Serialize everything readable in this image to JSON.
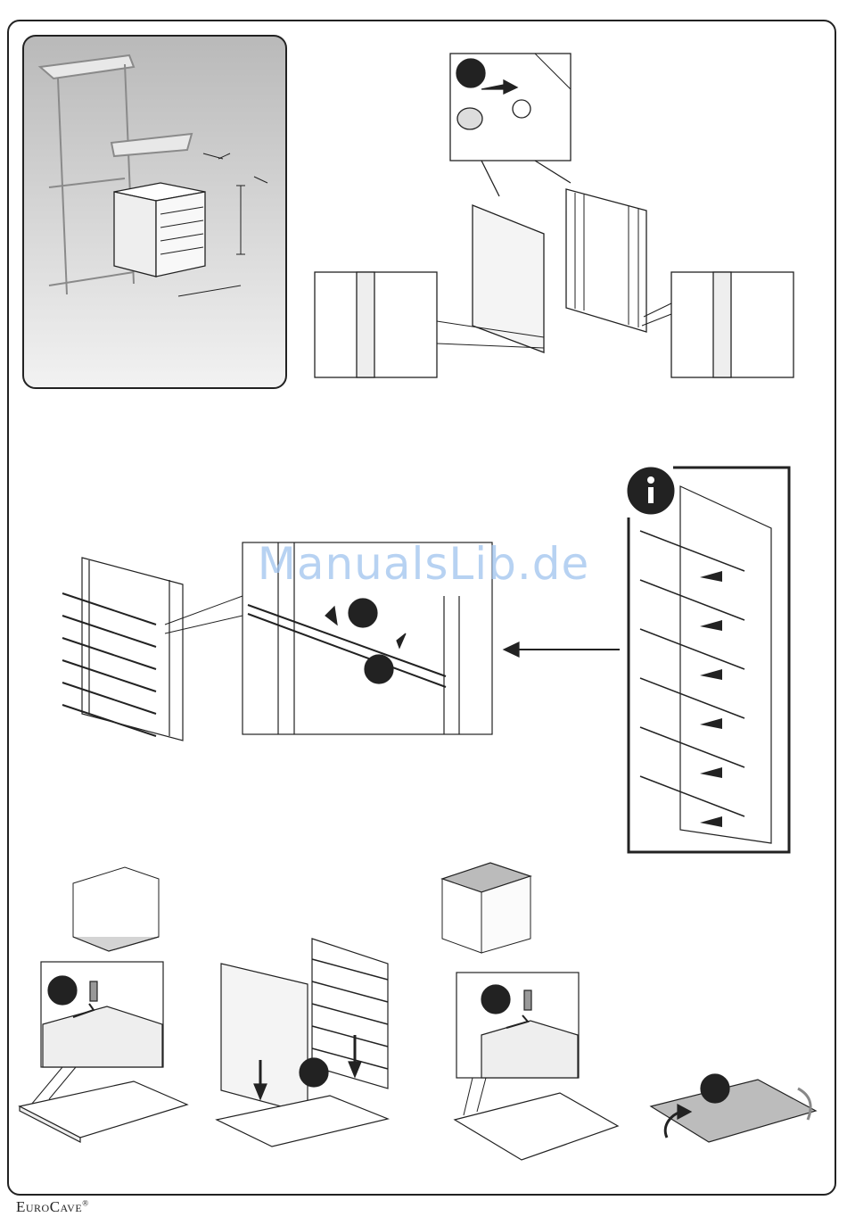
{
  "watermark": {
    "text": "ManualsLib.de"
  },
  "brand": {
    "name": "EuroCave",
    "mark": "®"
  },
  "steps": [
    {
      "id": "side-panel-insert",
      "icon": "arrow-right-icon"
    },
    {
      "id": "rail-fit",
      "icon": "arrow-left-icon"
    },
    {
      "id": "info-note",
      "icon": "info-icon"
    },
    {
      "id": "base-screw",
      "icon": "screw-icon"
    },
    {
      "id": "panel-drop",
      "icon": "arrow-down-icon"
    },
    {
      "id": "top-screw",
      "icon": "screw-icon"
    },
    {
      "id": "top-flip",
      "icon": "rotate-icon"
    }
  ],
  "colors": {
    "ink": "#222222",
    "shade": "#cccccc",
    "panel": "#f4f4f4"
  }
}
